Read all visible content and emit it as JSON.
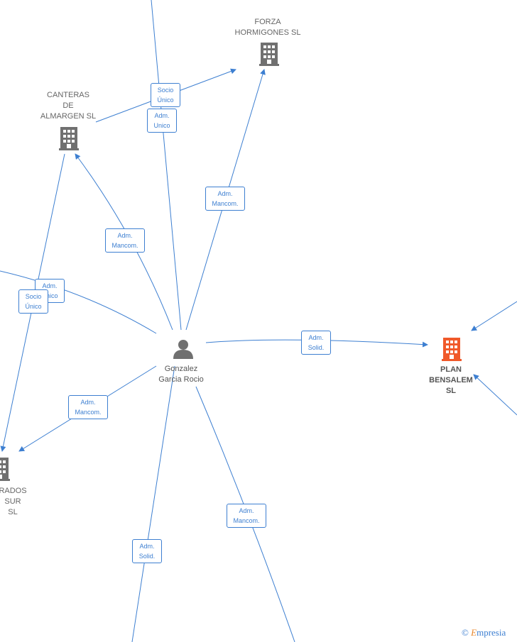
{
  "nodes": {
    "forza": {
      "label": "FORZA\nHORMIGONES SL"
    },
    "canteras": {
      "label": "CANTERAS\nDE\nALMARGEN SL"
    },
    "person": {
      "label": "Gonzalez\nGarcia Rocio"
    },
    "plan": {
      "label": "PLAN\nBENSALEM\nSL"
    },
    "aridos": {
      "label": "RADOS\nSUR\nSL"
    }
  },
  "edge_labels": {
    "socio_unico_top": "Socio\nÚnico",
    "adm_unico_top": "Adm.\nUnico",
    "adm_mancom_forza": "Adm.\nMancom.",
    "adm_mancom_canteras": "Adm.\nMancom.",
    "adm_unico_left": "Adm.\nUnico",
    "socio_unico_left": "Socio\nÚnico",
    "adm_solid_plan": "Adm.\nSolid.",
    "adm_mancom_aridos": "Adm.\nMancom.",
    "adm_solid_bottom": "Adm.\nSolid.",
    "adm_mancom_bottom": "Adm.\nMancom."
  },
  "colors": {
    "edge": "#3d7fd1",
    "building": "#707070",
    "focus": "#f0592a"
  },
  "brand": {
    "symbol": "©",
    "name": "mpresia",
    "initial": "E"
  }
}
